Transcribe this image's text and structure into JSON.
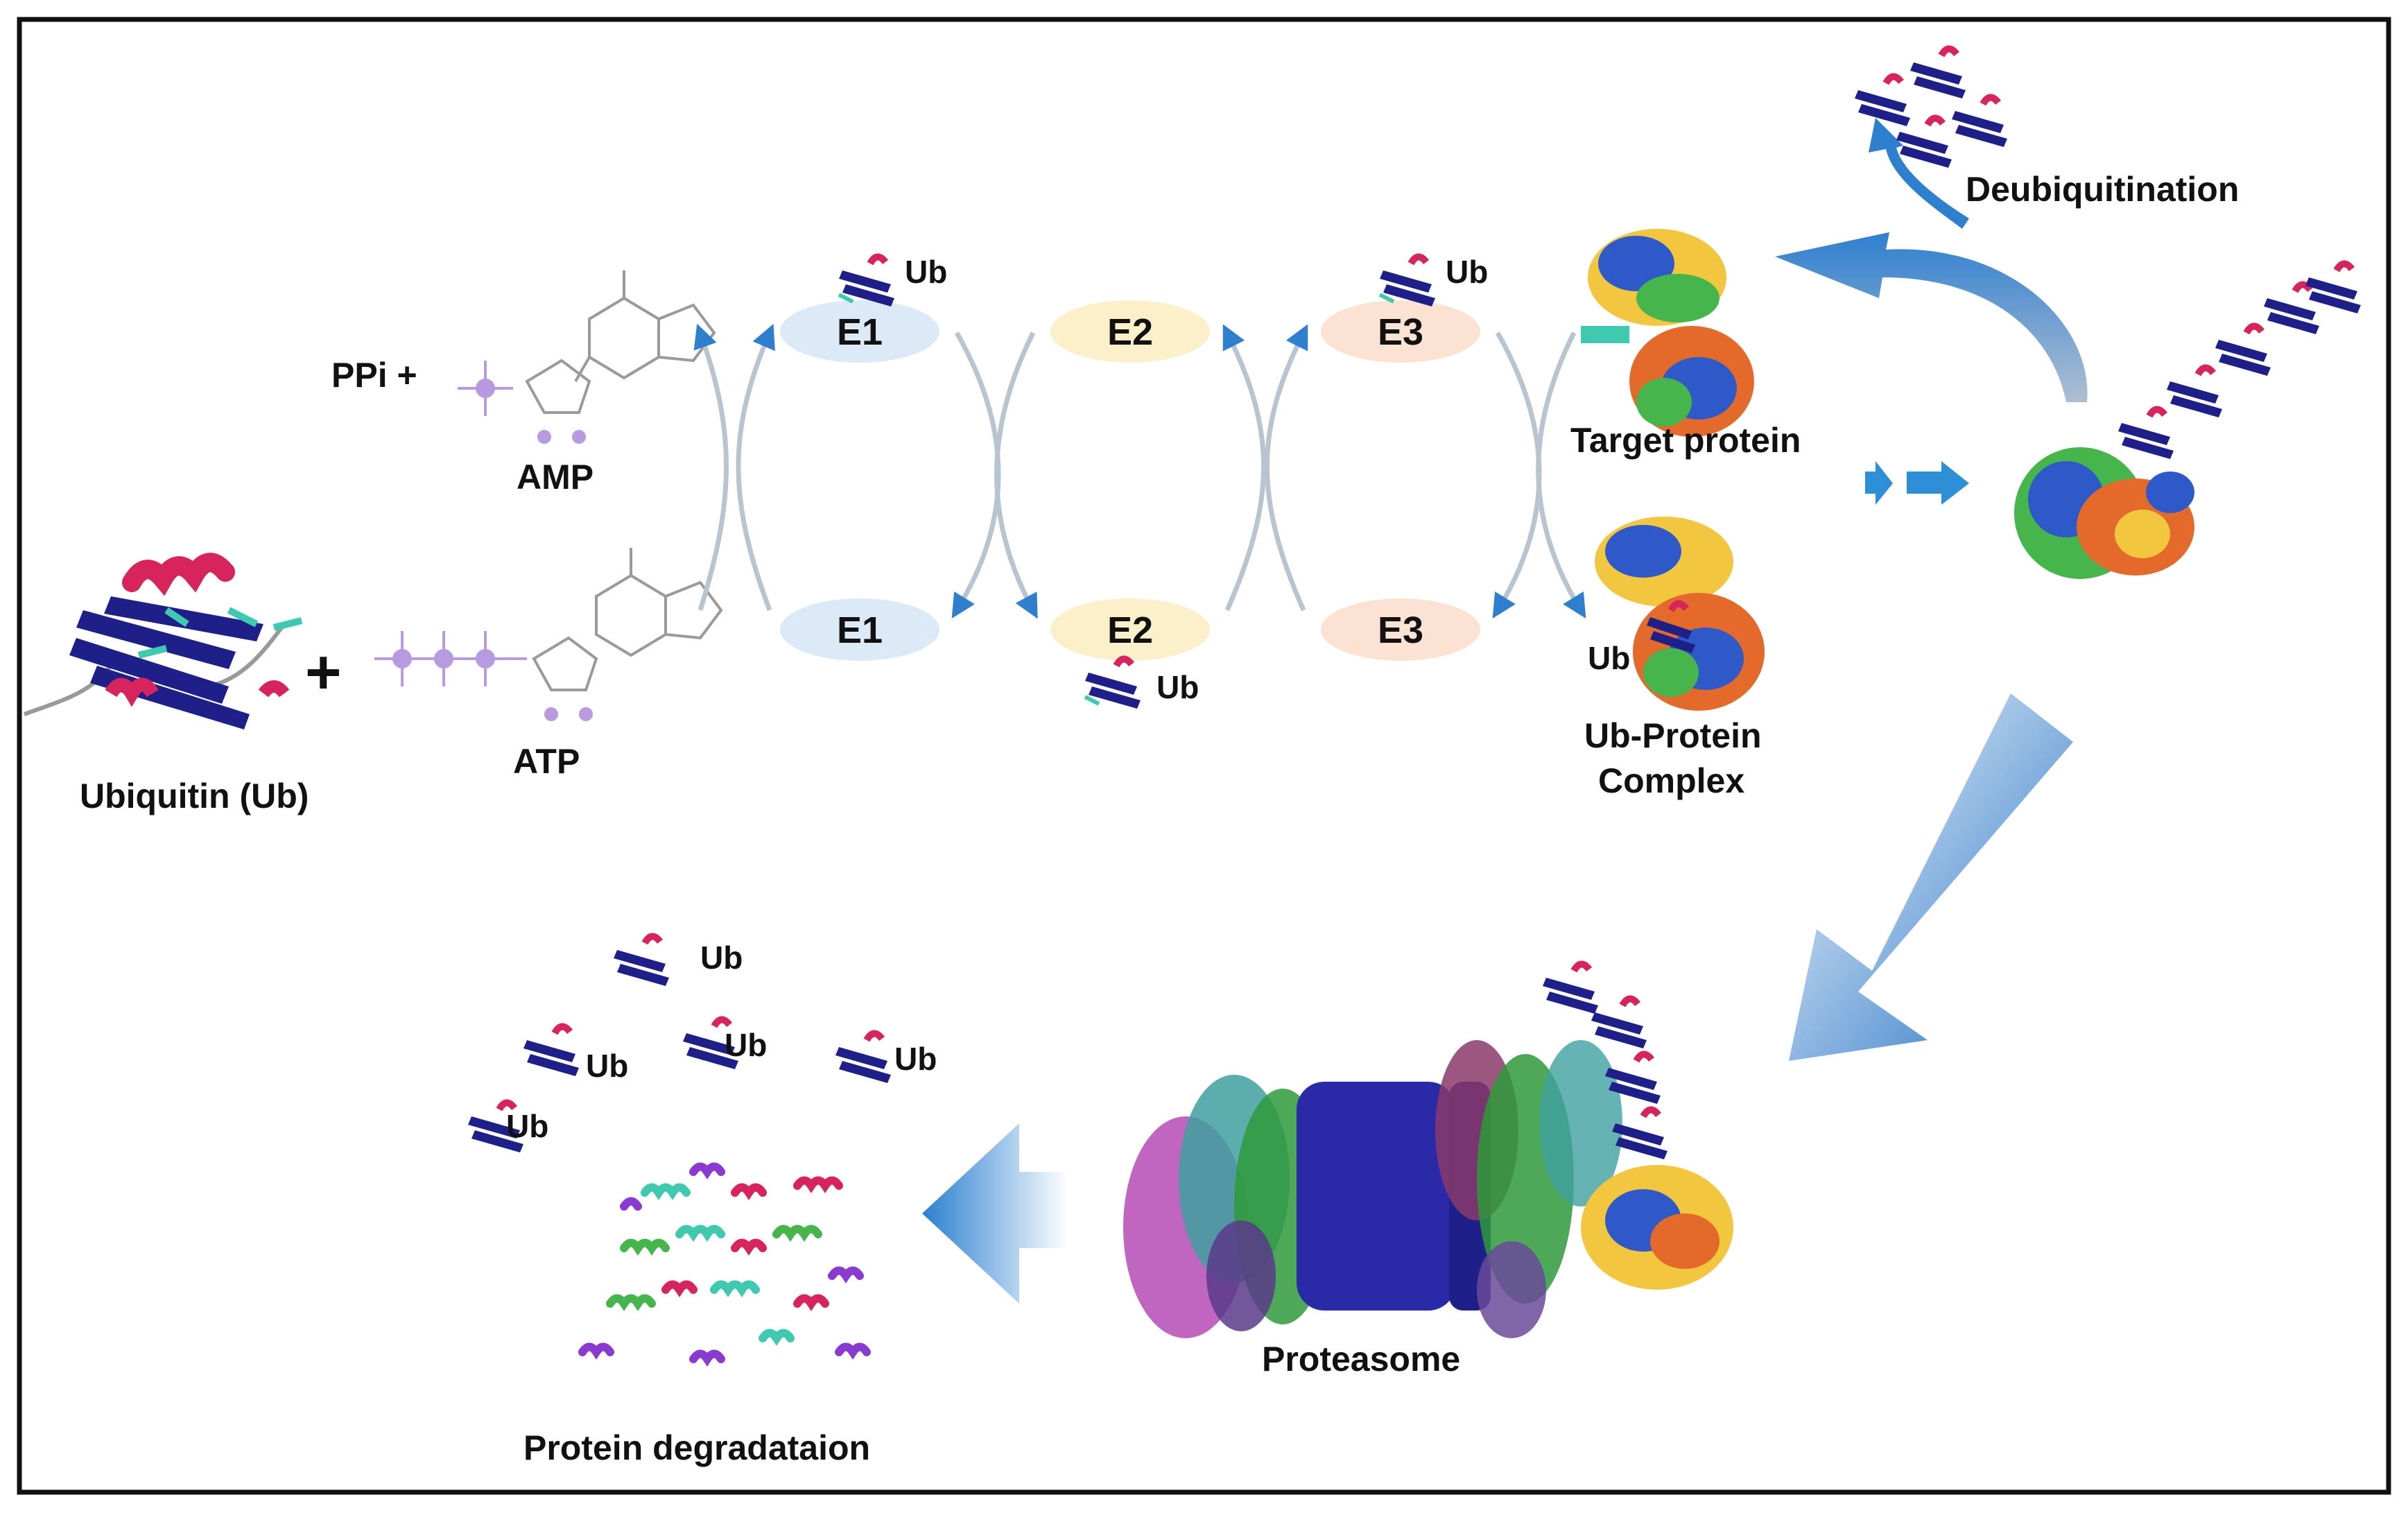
{
  "labels": {
    "ppi": "PPi +",
    "amp": "AMP",
    "atp": "ATP",
    "ubiquitin": "Ubiquitin (Ub)",
    "plus": "+",
    "target_protein": "Target protein",
    "ub_protein_line1": "Ub-Protein",
    "ub_protein_line2": "Complex",
    "deubiquitination": "Deubiquitination",
    "proteasome": "Proteasome",
    "degradation": "Protein degradataion"
  },
  "enzymes": {
    "top": [
      "E1",
      "E2",
      "E3"
    ],
    "bottom": [
      "E1",
      "E2",
      "E3"
    ]
  },
  "ub_tag": "Ub",
  "colors": {
    "e1": "#dce9f6",
    "e2": "#fbf0c9",
    "e3": "#fbe2d3",
    "arrow_blue": "#2f7fcf",
    "arrow_grey": "#b8c4d0",
    "ub_strand": "#1f1f8a",
    "ub_helix": "#d8245c",
    "ub_loop": "#3fc9b0",
    "phosphate": "#b79ae0"
  }
}
